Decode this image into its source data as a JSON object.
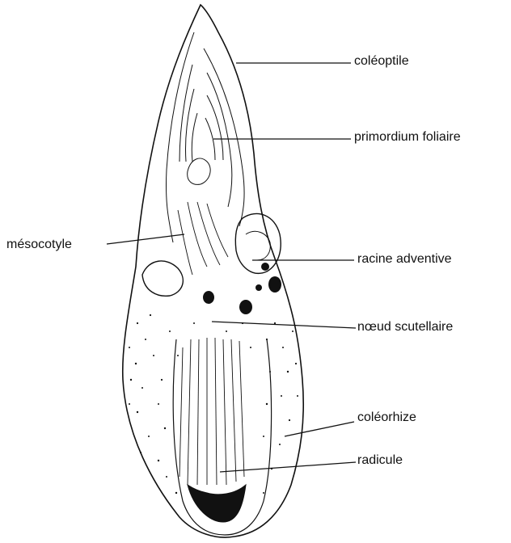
{
  "diagram": {
    "labels": {
      "coleoptile": "coléoptile",
      "primordium_foliaire": "primordium foliaire",
      "mesocotyle": "mésocotyle",
      "racine_adventive": "racine adventive",
      "noeud_scutellaire": "nœud scutellaire",
      "coleorhize": "coléorhize",
      "radicule": "radicule"
    }
  },
  "colors": {
    "ink": "#111111",
    "background": "#ffffff"
  }
}
